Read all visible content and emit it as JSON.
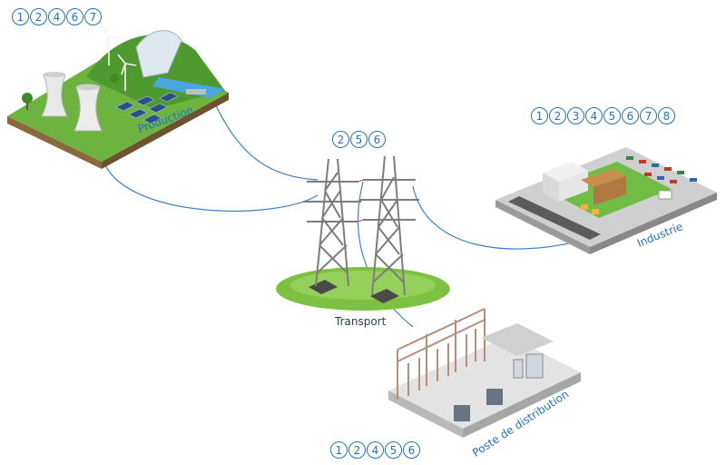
{
  "production": {
    "label": "Production",
    "badges": [
      "1",
      "2",
      "4",
      "6",
      "7"
    ]
  },
  "transport": {
    "label": "Transport",
    "badges": [
      "2",
      "5",
      "6"
    ]
  },
  "industry": {
    "label": "Industrie",
    "badges": [
      "1",
      "2",
      "3",
      "4",
      "5",
      "6",
      "7",
      "8"
    ]
  },
  "distribution": {
    "label": "Poste de distribution",
    "badges": [
      "1",
      "2",
      "4",
      "5",
      "6"
    ]
  },
  "colors": {
    "accent": "#1f72c9",
    "grass": "#7cc142",
    "ground": "#d9d9d9"
  }
}
